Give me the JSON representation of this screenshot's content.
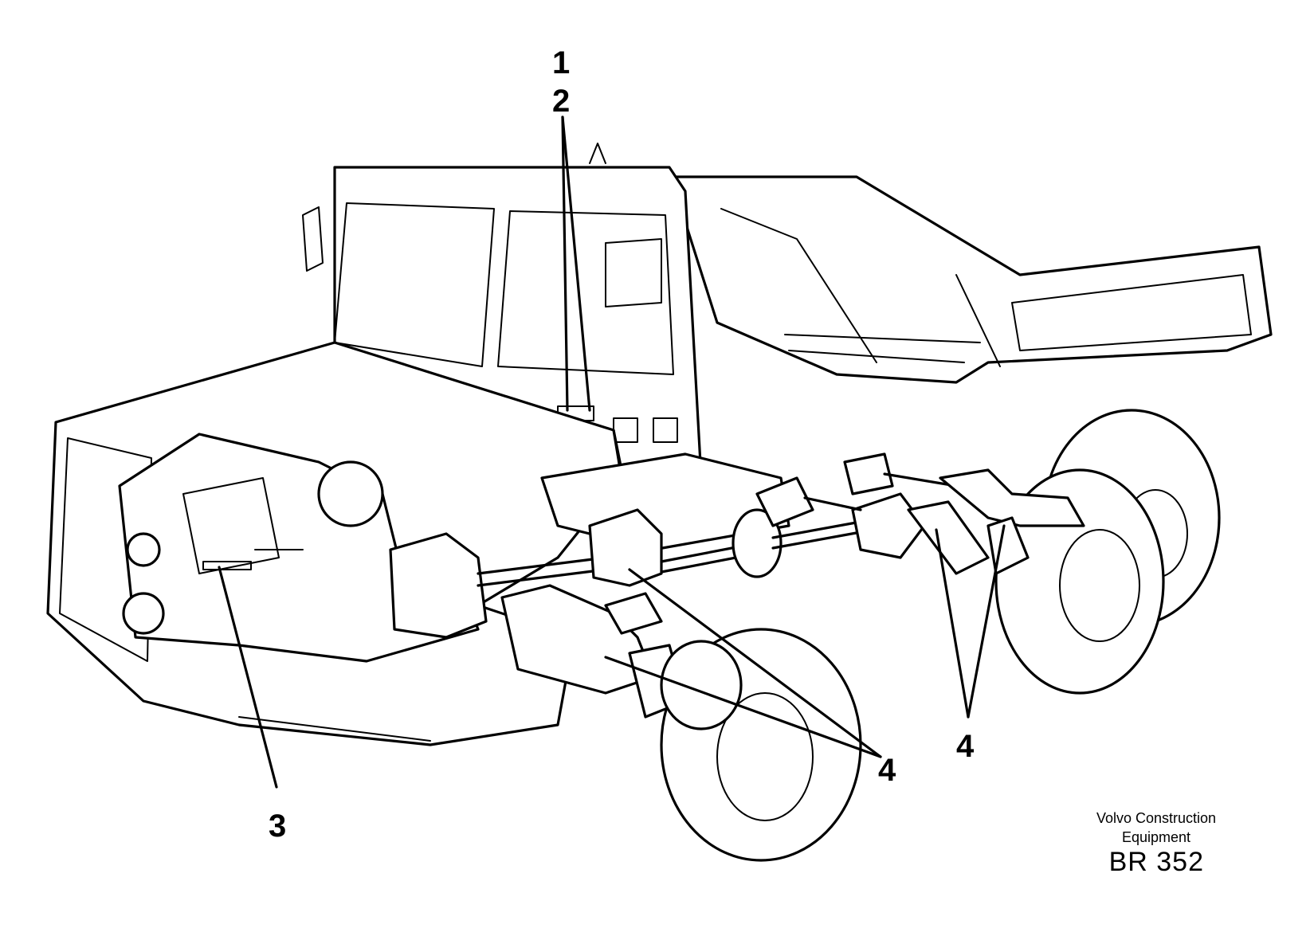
{
  "callouts": [
    {
      "id": "1",
      "label": "1"
    },
    {
      "id": "2",
      "label": "2"
    },
    {
      "id": "3",
      "label": "3"
    },
    {
      "id": "4a",
      "label": "4"
    },
    {
      "id": "4b",
      "label": "4"
    }
  ],
  "footer": {
    "brand_line1": "Volvo Construction",
    "brand_line2": "Equipment",
    "drawing_code": "BR 352"
  }
}
